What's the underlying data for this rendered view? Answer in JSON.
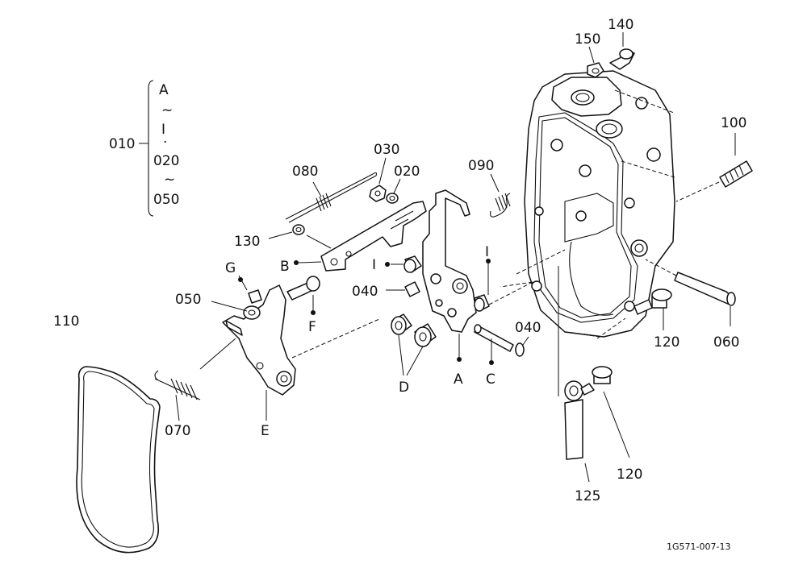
{
  "labels": {
    "p010": "010",
    "p020": "020",
    "p030": "030",
    "p040a": "040",
    "p040b": "040",
    "p050": "050",
    "p060": "060",
    "p070": "070",
    "p080": "080",
    "p090": "090",
    "p100": "100",
    "p110": "110",
    "p120a": "120",
    "p120b": "120",
    "p125": "125",
    "p130": "130",
    "p140": "140",
    "p150": "150",
    "refA": "A",
    "refB": "B",
    "refC": "C",
    "refD": "D",
    "refE": "E",
    "refF": "F",
    "refG": "G",
    "refI1": "I",
    "refI2": "I"
  },
  "kit": {
    "range1_start": "A",
    "range1_tilde": "~",
    "range1_end": "I",
    "range1_dot": "·",
    "range2_start": "020",
    "range2_tilde": "~",
    "range2_end": "050"
  },
  "figure_code": "1G571-007-13"
}
